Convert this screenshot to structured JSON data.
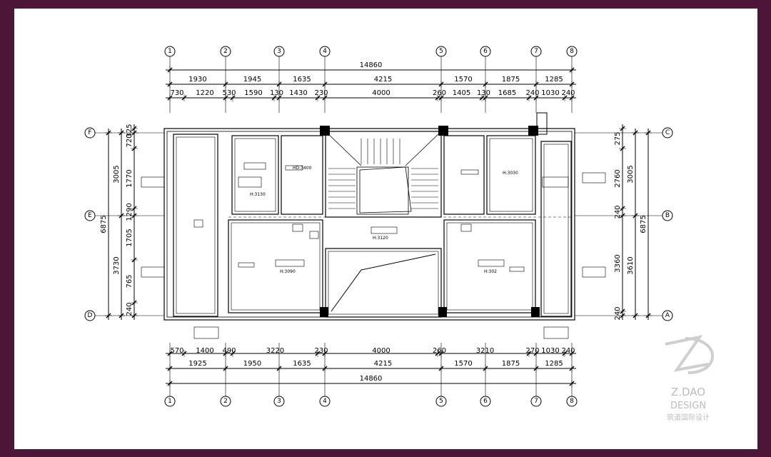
{
  "grid_columns": [
    "1",
    "2",
    "3",
    "4",
    "5",
    "6",
    "7",
    "8"
  ],
  "grid_rows_left": [
    "F",
    "E",
    "D"
  ],
  "grid_rows_right": [
    "C",
    "B",
    "A"
  ],
  "top_total": "14860",
  "top_row1": [
    "1930",
    "1945",
    "1635",
    "4215",
    "1570",
    "1875",
    "1285"
  ],
  "top_row2": [
    "730",
    "1220",
    "530",
    "1590",
    "130",
    "1430",
    "230",
    "4000",
    "260",
    "1405",
    "130",
    "1685",
    "240",
    "1030",
    "240"
  ],
  "bottom_row1": [
    "570",
    "1400",
    "490",
    "3220",
    "230",
    "4000",
    "260",
    "3210",
    "270",
    "1030",
    "240"
  ],
  "bottom_row2": [
    "1925",
    "1950",
    "1635",
    "4215",
    "1570",
    "1875",
    "1285"
  ],
  "bottom_total": "14860",
  "left_outer": "6875",
  "left_mid": [
    "3005",
    "3730"
  ],
  "left_inner": [
    "325",
    "720",
    "1770",
    "1290",
    "1705",
    "765",
    "240"
  ],
  "right_outer": "6875",
  "right_mid": [
    "3005",
    "3610"
  ],
  "right_inner": [
    "275",
    "2760",
    "240",
    "3360",
    "240"
  ],
  "rooms": {
    "top_left": "H:3130",
    "left_big": "H:3090",
    "center": "H:3120",
    "right_big": "H:302",
    "top_right": "H:3030",
    "tag_a": "HD:3400"
  },
  "watermark": {
    "brand": "Z.DAO",
    "sub": "DESIGN",
    "cn": "筑道国际设计"
  }
}
